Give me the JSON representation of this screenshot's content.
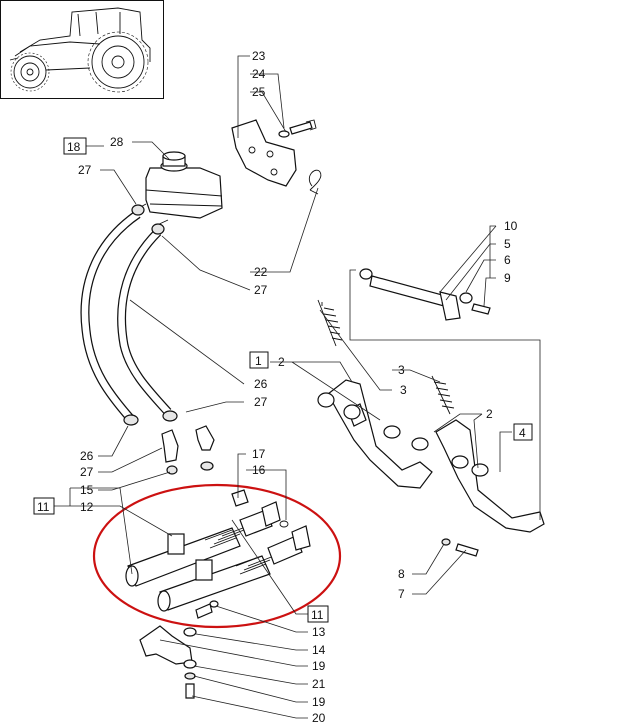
{
  "diagram": {
    "highlight_color": "#cc1111",
    "ink_color": "#111111",
    "callouts": {
      "c23": "23",
      "c24": "24",
      "c25": "25",
      "c18": "18",
      "c28": "28",
      "c27a": "27",
      "c10": "10",
      "c5": "5",
      "c6": "6",
      "c9": "9",
      "c22": "22",
      "c27b": "27",
      "c1": "1",
      "c2a": "2",
      "c3a": "3",
      "c3b": "3",
      "c2b": "2",
      "c4": "4",
      "c26a": "26",
      "c27c": "27",
      "c26b": "26",
      "c27d": "27",
      "c17": "17",
      "c16": "16",
      "c15": "15",
      "c11a": "11",
      "c12": "12",
      "c8": "8",
      "c7": "7",
      "c11b": "11",
      "c13": "13",
      "c14": "14",
      "c19a": "19",
      "c21": "21",
      "c19b": "19",
      "c20": "20"
    }
  }
}
